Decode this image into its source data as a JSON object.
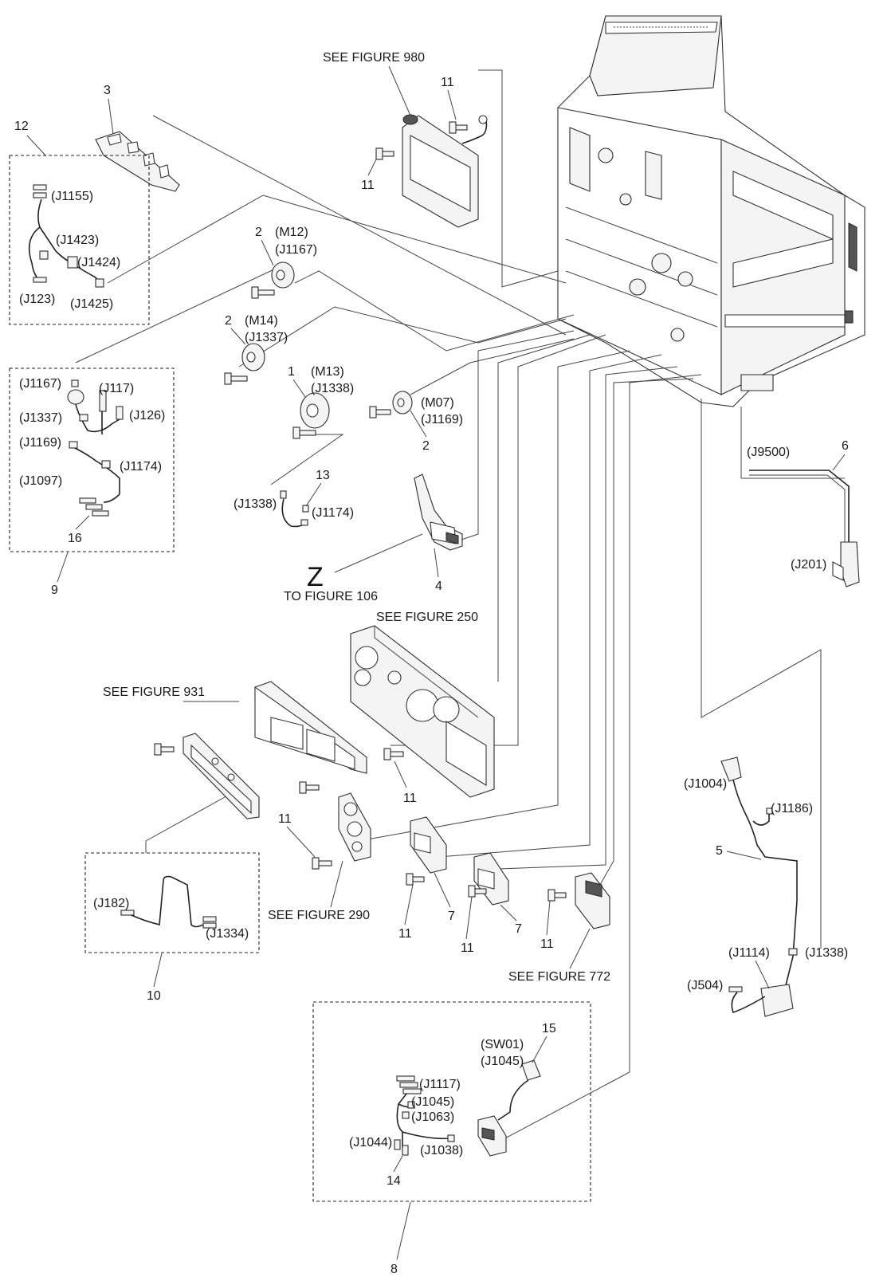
{
  "labels": {
    "see980": "SEE FIGURE 980",
    "see250": "SEE FIGURE 250",
    "see931": "SEE FIGURE 931",
    "see290": "SEE FIGURE 290",
    "see772": "SEE FIGURE 772",
    "to106": "TO FIGURE 106",
    "z": "Z",
    "n1": "1",
    "n2a": "2",
    "n2b": "2",
    "n2c": "2",
    "n3": "3",
    "n4": "4",
    "n5": "5",
    "n6": "6",
    "n7a": "7",
    "n7b": "7",
    "n8": "8",
    "n9": "9",
    "n10": "10",
    "n11a": "11",
    "n11b": "11",
    "n11c": "11",
    "n11d": "11",
    "n11e": "11",
    "n11f": "11",
    "n11g": "11",
    "n12": "12",
    "n13": "13",
    "n14": "14",
    "n15": "15",
    "n16": "16",
    "j1155": "(J1155)",
    "j1423": "(J1423)",
    "j1424": "(J1424)",
    "j123": "(J123)",
    "j1425": "(J1425)",
    "m12": "(M12)",
    "j1167a": "(J1167)",
    "m14": "(M14)",
    "j1337a": "(J1337)",
    "m13": "(M13)",
    "j1338a": "(J1338)",
    "m07": "(M07)",
    "j1169a": "(J1169)",
    "j1167b": "(J1167)",
    "j117": "(J117)",
    "j1337b": "(J1337)",
    "j126": "(J126)",
    "j1169b": "(J1169)",
    "j1174a": "(J1174)",
    "j1097": "(J1097)",
    "j1338b": "(J1338)",
    "j1174b": "(J1174)",
    "j9500": "(J9500)",
    "j201": "(J201)",
    "j1004": "(J1004)",
    "j1186": "(J1186)",
    "j1114": "(J1114)",
    "j1338c": "(J1338)",
    "j504": "(J504)",
    "j182": "(J182)",
    "j1334": "(J1334)",
    "sw01": "(SW01)",
    "j1045a": "(J1045)",
    "j1117": "(J1117)",
    "j1045b": "(J1045)",
    "j1063": "(J1063)",
    "j1044": "(J1044)",
    "j1038": "(J1038)"
  }
}
